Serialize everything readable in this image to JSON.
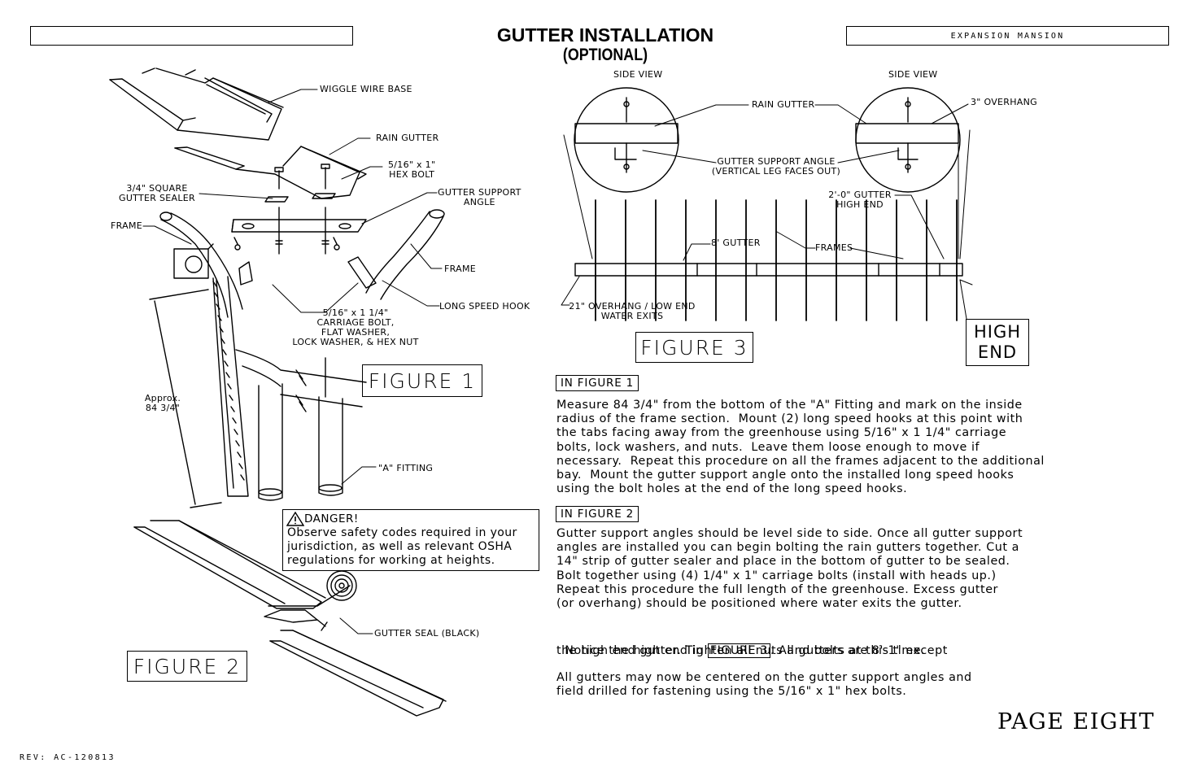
{
  "header": {
    "title": "GUTTER INSTALLATION",
    "subtitle": "(OPTIONAL)",
    "left_box": "",
    "right_box": "EXPANSION MANSION"
  },
  "figure1": {
    "caption": "FIGURE 1",
    "labels": {
      "wiggle_wire": "WIGGLE WIRE BASE",
      "rain_gutter": "RAIN GUTTER",
      "hex_bolt": "5/16\" x 1\"\nHEX BOLT",
      "sealer": "3/4\" SQUARE\nGUTTER SEALER",
      "support_angle": "GUTTER SUPPORT\nANGLE",
      "frame_left": "FRAME",
      "frame_right": "FRAME",
      "long_hook": "LONG SPEED HOOK",
      "carriage": "5/16\" x 1 1/4\"\nCARRIAGE BOLT,\nFLAT WASHER,\nLOCK WASHER, & HEX NUT",
      "approx": "Approx.\n84 3/4\"",
      "a_fitting": "\"A\" FITTING"
    }
  },
  "danger": {
    "title": "DANGER!",
    "text": "Observe safety codes required in your\njurisdiction, as well as relevant OSHA\nregulations for working at heights."
  },
  "figure2": {
    "caption": "FIGURE 2",
    "labels": {
      "seal": "GUTTER SEAL (BLACK)"
    }
  },
  "figure3": {
    "caption": "FIGURE 3",
    "labels": {
      "side_view_left": "SIDE VIEW",
      "side_view_right": "SIDE VIEW",
      "rain_gutter": "RAIN GUTTER",
      "overhang3": "3\" OVERHANG",
      "support_angle": "GUTTER SUPPORT ANGLE\n(VERTICAL LEG FACES OUT)",
      "high_end_gutter": "2'-0\" GUTTER\nHIGH END",
      "eight_gutter": "8' GUTTER",
      "frames": "FRAMES",
      "overhang21": "21\" OVERHANG / LOW END\nWATER EXITS",
      "high_end": "HIGH\nEND"
    }
  },
  "instructions": {
    "fig1_heading": "IN FIGURE 1",
    "fig1_text": "Measure 84 3/4\" from the bottom of the \"A\" Fitting and mark on the inside\nradius of the frame section.  Mount (2) long speed hooks at this point with\nthe tabs facing away from the greenhouse using 5/16\" x 1 1/4\" carriage\nbolts, lock washers, and nuts.  Leave them loose enough to move if\nnecessary.  Repeat this procedure on all the frames adjacent to the additional\nbay.  Mount the gutter support angle onto the installed long speed hooks\nusing the bolt holes at the end of the long speed hooks.",
    "fig2_heading": "IN FIGURE 2",
    "fig2_text": "Gutter support angles should be level side to side. Once all gutter support\nangles are installed you can begin bolting the rain gutters together. Cut a\n14\" strip of gutter sealer and place in the bottom of gutter to be sealed.\nBolt together using (4) 1/4\" x 1\" carriage bolts (install with heads up.)\nRepeat this procedure the full length of the greenhouse. Excess gutter\n(or overhang) should be positioned where water exits the gutter.",
    "notice_pre": "Notice the high end in ",
    "notice_ref": "FIGURE 3",
    "notice_post": ". All gutters are 8'-1\" except",
    "notice_line2": "the high end gutter. Tighten all nuts and bolts at this time.",
    "center_text": "All gutters may now be centered on the gutter support angles and\nfield drilled for fastening using the 5/16\" x 1\" hex bolts."
  },
  "footer": {
    "page": "PAGE EIGHT",
    "rev": "REV: AC-120813"
  }
}
